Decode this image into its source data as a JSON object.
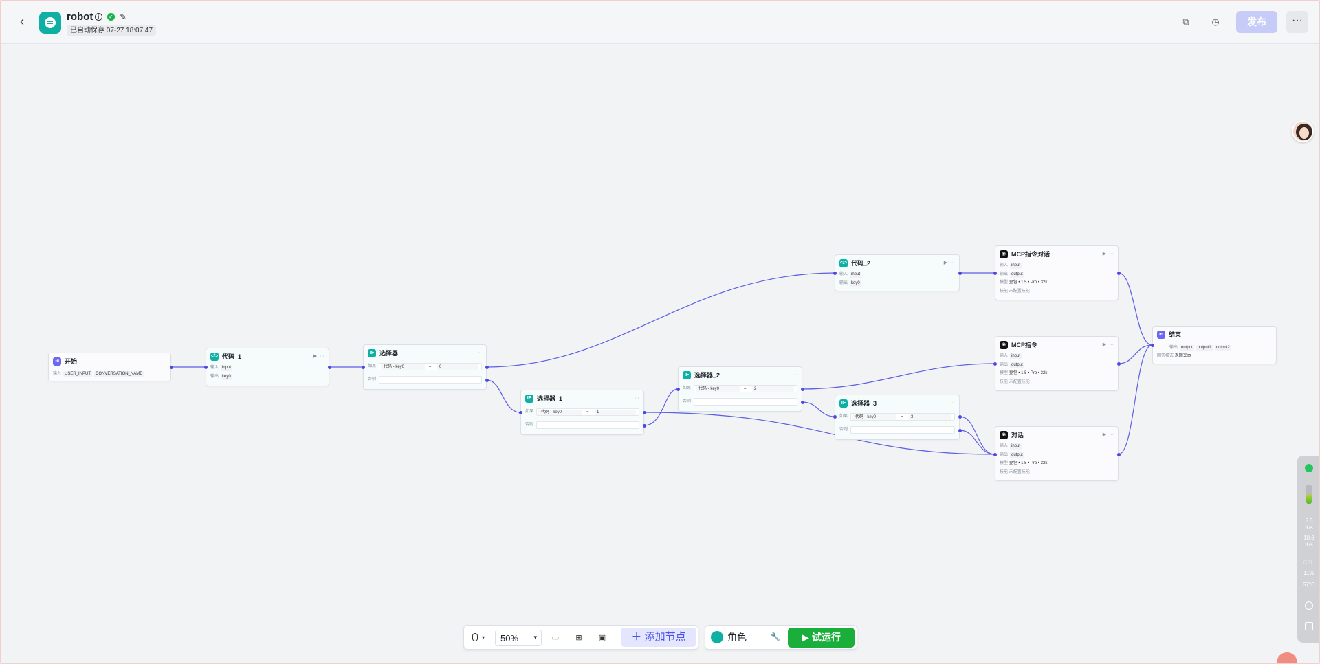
{
  "header": {
    "back_icon": "chevron-left-icon",
    "app_name": "robot",
    "saved_text": "已自动保存 07-27 18:07:47",
    "publish_label": "发布",
    "more_label": "···"
  },
  "nodes": {
    "start": {
      "title": "开始",
      "input_label": "输入",
      "vars": [
        "USER_INPUT",
        "CONVERSATION_NAME"
      ]
    },
    "code1": {
      "title": "代码_1",
      "input_label": "输入",
      "input": "input",
      "output_label": "输出",
      "output": "key0"
    },
    "sel": {
      "title": "选择器",
      "if_label": "如果",
      "var": "代码 - key0",
      "op": "=",
      "val": "0",
      "else_label": "否则"
    },
    "sel1": {
      "title": "选择器_1",
      "if_label": "如果",
      "var": "代码 - key0",
      "op": "=",
      "val": "1",
      "else_label": "否则"
    },
    "sel2": {
      "title": "选择器_2",
      "if_label": "如果",
      "var": "代码 - key0",
      "op": "=",
      "val": "2",
      "else_label": "否则"
    },
    "sel3": {
      "title": "选择器_3",
      "if_label": "如果",
      "var": "代码 - key0",
      "op": "=",
      "val": "3",
      "else_label": "否则"
    },
    "code2": {
      "title": "代码_2",
      "input_label": "输入",
      "input": "input",
      "output_label": "输出",
      "output": "key0"
    },
    "mcp_chat": {
      "title": "MCP指令对话",
      "input_label": "输入",
      "input": "input",
      "output_label": "输出",
      "output": "output",
      "model_label": "模型",
      "model": "豆包 • 1.5 • Pro • 32k",
      "skill_label": "技能",
      "skill": "未配置技能"
    },
    "mcp": {
      "title": "MCP指令",
      "input_label": "输入",
      "input": "input",
      "output_label": "输出",
      "output": "output",
      "model_label": "模型",
      "model": "豆包 • 1.5 • Pro • 32k",
      "skill_label": "技能",
      "skill": "未配置技能"
    },
    "chat": {
      "title": "对话",
      "input_label": "输入",
      "input": "input",
      "output_label": "输出",
      "output": "output",
      "model_label": "模型",
      "model": "豆包 • 1.5 • Pro • 32k",
      "skill_label": "技能",
      "skill": "未配置技能"
    },
    "end": {
      "title": "结束",
      "output_label": "输出",
      "outputs": [
        "output",
        "output1",
        "output2"
      ],
      "mode_label": "回答模式",
      "mode": "返回文本"
    }
  },
  "monitor": {
    "up": "5.3",
    "up_unit": "K/s",
    "down": "10.8",
    "down_unit": "K/s",
    "cpu_label": "CPU",
    "cpu": "11",
    "cpu_unit": "%",
    "temp": "57",
    "temp_unit": "°C"
  },
  "toolbar": {
    "zoom": "50%",
    "add_node": "添加节点",
    "role": "角色",
    "run": "试运行"
  },
  "colors": {
    "accent": "#4d53e8",
    "run": "#1aae3b",
    "edge": "#5b5fe0",
    "brand": "#0fb0a4"
  }
}
